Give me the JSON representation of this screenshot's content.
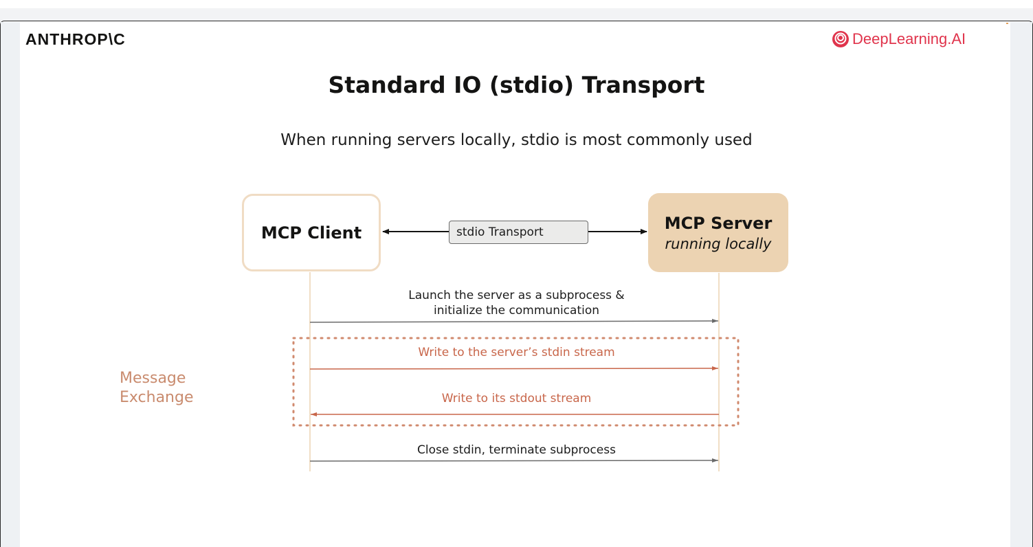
{
  "header": {
    "brand_left": "ANTHROP\\C",
    "brand_right": "DeepLearning.AI",
    "brand_right_icon": "deeplearning-logo-icon"
  },
  "slide": {
    "title": "Standard IO (stdio) Transport",
    "subtitle": "When running servers locally, stdio is most commonly used"
  },
  "diagram": {
    "client_label": "MCP Client",
    "server_label": "MCP Server",
    "server_sublabel": "running locally",
    "transport_label": "stdio Transport",
    "messages": [
      {
        "line1": "Launch the server as a subprocess &",
        "line2": "initialize the communication",
        "direction": "client-to-server",
        "style": "default"
      },
      {
        "line1": "Write to the server’s stdin stream",
        "direction": "client-to-server",
        "style": "exchange"
      },
      {
        "line1": "Write to its stdout stream",
        "direction": "server-to-client",
        "style": "exchange"
      },
      {
        "line1": "Close stdin, terminate subprocess",
        "direction": "client-to-server",
        "style": "default"
      }
    ],
    "exchange_label_line1": "Message",
    "exchange_label_line2": "Exchange"
  },
  "colors": {
    "brand_red": "#e0344c",
    "client_border": "#f0dcc4",
    "server_fill": "#ecd3b2",
    "exchange_accent": "#c8664a",
    "exchange_label": "#c98b6e",
    "lifeline": "#ecd3b2",
    "arrow_default": "#6b6b6b"
  }
}
